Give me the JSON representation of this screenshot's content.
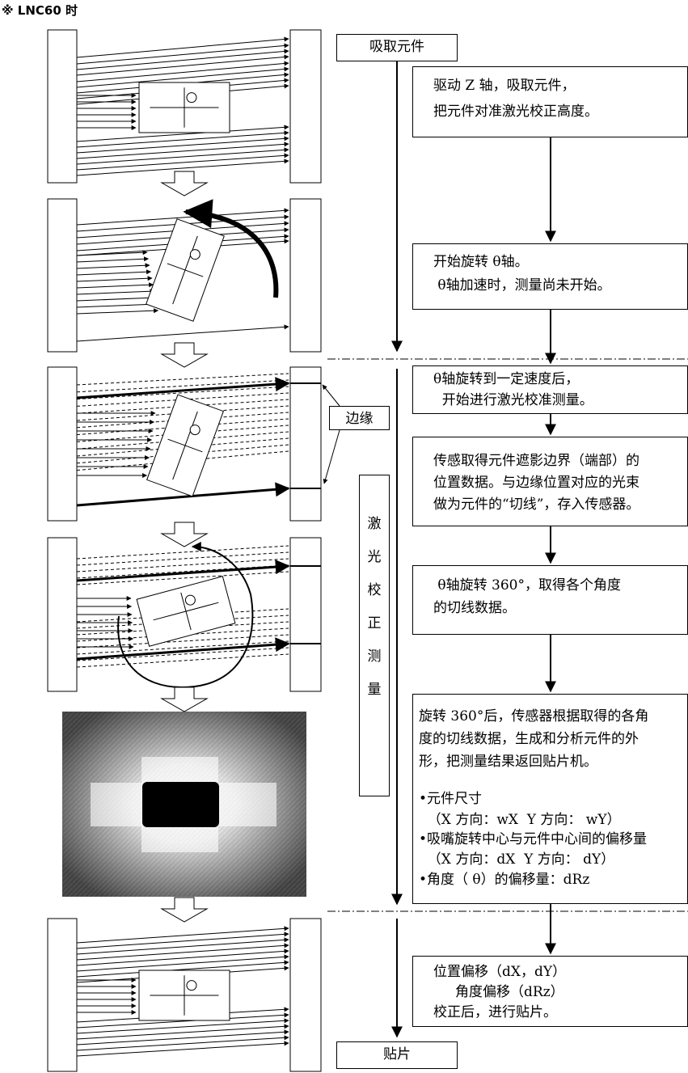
{
  "header_note": "※ LNC60 时",
  "labels": {
    "start": "吸取元件",
    "edge": "边缘",
    "end": "贴片",
    "measure_vertical": [
      "激",
      "光",
      "校",
      "正",
      "测",
      "量"
    ]
  },
  "steps": [
    [
      "驱动 Z 轴，吸取元件，",
      "把元件对准激光校正高度。"
    ],
    [
      "开始旋转 θ轴。",
      " θ轴加速时，测量尚未开始。"
    ],
    [
      "θ轴旋转到一定速度后，",
      "  开始进行激光校准测量。"
    ],
    [
      "传感取得元件遮影边界（端部）的",
      "位置数据。与边缘位置对应的光束",
      "做为元件的“切线”，存入传感器。"
    ],
    [
      " θ轴旋转 360°，取得各个角度",
      "的切线数据。"
    ],
    [
      "旋转 360°后，传感器根据取得的各角",
      "度的切线数据，生成和分析元件的外",
      "形，把测量结果返回贴片机。",
      "",
      "•元件尺寸",
      "  （X 方向：wX  Y 方向： wY）",
      "•吸嘴旋转中心与元件中心间的偏移量",
      "  （X 方向：dX  Y 方向： dY）",
      "•角度（ θ）的偏移量：dRz"
    ],
    [
      "位置偏移（dX，dY）",
      "     角度偏移（dRz）",
      "校正后，进行贴片。"
    ]
  ]
}
